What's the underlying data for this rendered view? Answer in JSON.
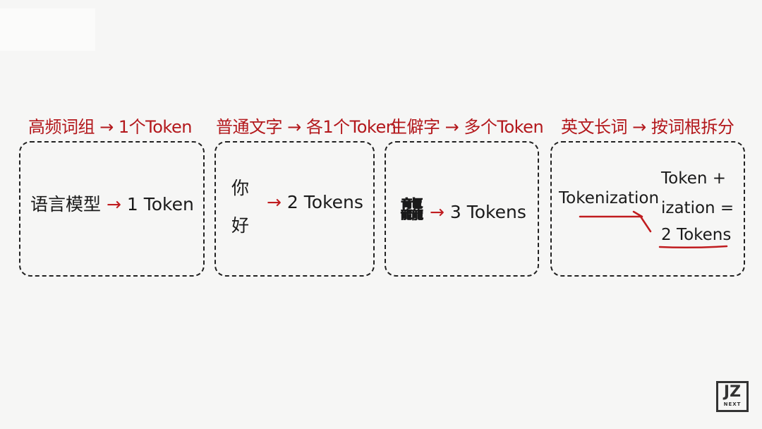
{
  "panels": [
    {
      "title": "高频词组 → 1个Token",
      "word": "语言模型",
      "arrow": "→",
      "result": "1 Token"
    },
    {
      "title": "普通文字 → 各1个Token",
      "char1": "你",
      "char2": "好",
      "arrow": "→",
      "result": "2 Tokens"
    },
    {
      "title": "生僻字 → 多个Token",
      "word": "龘",
      "arrow": "→",
      "result": "3 Tokens"
    },
    {
      "title": "英文长词 → 按词根拆分",
      "word": "Tokenization",
      "line1": "Token +",
      "line2": "ization =",
      "result": "2 Tokens"
    }
  ],
  "logo": {
    "main": "JZ",
    "sub": "NEXT"
  },
  "colors": {
    "accent": "#c01c1f",
    "text": "#1a1a1a",
    "background": "#f6f6f5"
  }
}
